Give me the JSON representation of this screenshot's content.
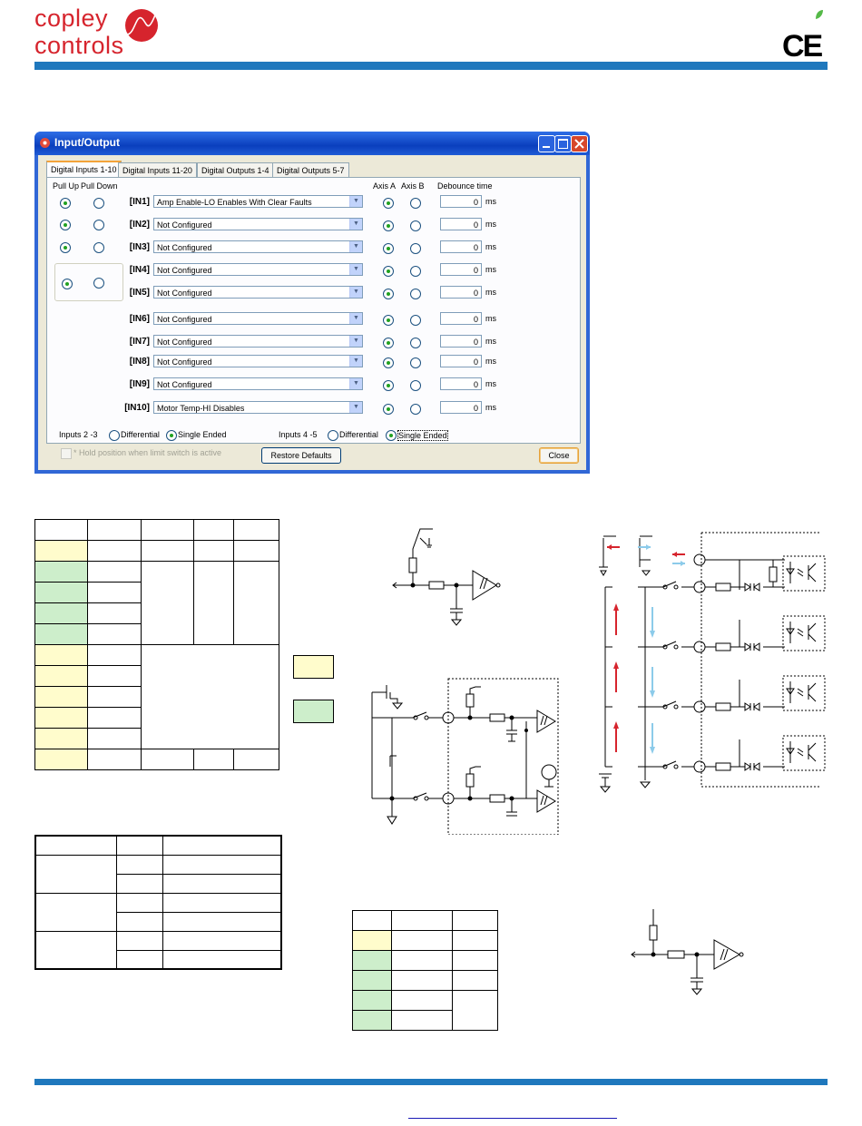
{
  "header": {
    "brand_line1": "copley",
    "brand_line2": "controls",
    "ce_mark": "CE"
  },
  "dialog": {
    "title": "Input/Output",
    "tabs": [
      "Digital Inputs 1-10",
      "Digital Inputs 11-20",
      "Digital Outputs 1-4",
      "Digital Outputs 5-7"
    ],
    "col_pull_up": "Pull Up",
    "col_pull_down": "Pull Down",
    "col_axis_a": "Axis A",
    "col_axis_b": "Axis B",
    "col_debounce": "Debounce time",
    "unit": "ms",
    "inputs": [
      {
        "label": "[IN1]",
        "function": "Amp Enable-LO Enables With Clear Faults",
        "debounce": "0"
      },
      {
        "label": "[IN2]",
        "function": "Not Configured",
        "debounce": "0"
      },
      {
        "label": "[IN3]",
        "function": "Not Configured",
        "debounce": "0"
      },
      {
        "label": "[IN4]",
        "function": "Not Configured",
        "debounce": "0"
      },
      {
        "label": "[IN5]",
        "function": "Not Configured",
        "debounce": "0"
      },
      {
        "label": "[IN6]",
        "function": "Not Configured",
        "debounce": "0"
      },
      {
        "label": "[IN7]",
        "function": "Not Configured",
        "debounce": "0"
      },
      {
        "label": "[IN8]",
        "function": "Not Configured",
        "debounce": "0"
      },
      {
        "label": "[IN9]",
        "function": "Not Configured",
        "debounce": "0"
      },
      {
        "label": "[IN10]",
        "function": "Motor Temp-HI Disables",
        "debounce": "0"
      }
    ],
    "inputs_23_label": "Inputs 2 -3",
    "inputs_45_label": "Inputs 4 -5",
    "differential": "Differential",
    "single_ended": "Single Ended",
    "hold_position": "* Hold position when limit switch is active",
    "restore_defaults": "Restore Defaults",
    "close": "Close"
  },
  "colors": {
    "brand_red": "#d6242d",
    "brand_blue": "#1f78bd",
    "highlight_yellow": "#fffccc",
    "highlight_green": "#cdeecb",
    "arrow_red": "#d6242d",
    "arrow_blue": "#8ccbea"
  }
}
